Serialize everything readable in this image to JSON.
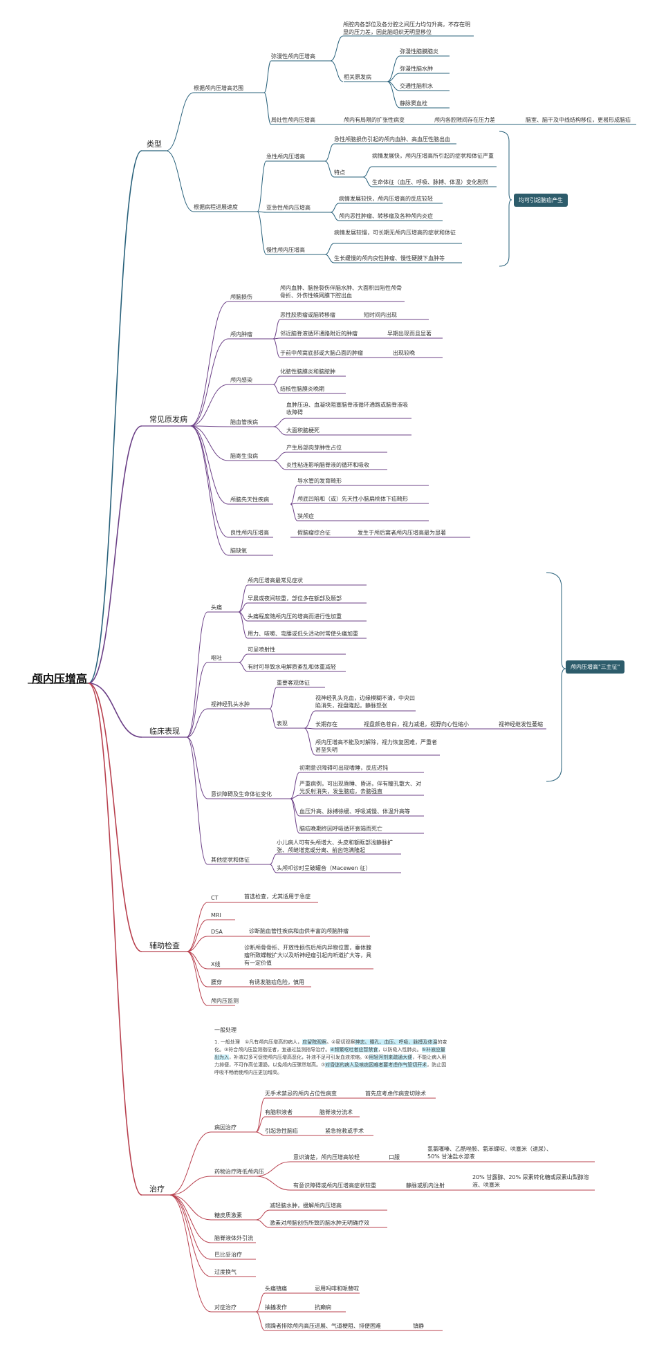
{
  "root": "颅内压增高",
  "summary_labels": {
    "a": "均可引起脑疝产生",
    "b": "颅内压增高\"三主征\""
  },
  "type": {
    "label": "类型",
    "range": "根据颅内压增高范围",
    "diffuse": "弥漫性颅内压增高",
    "diffuse_desc": "颅腔内各部位及各分腔之间压力均匀升高，不存在明显的压力差，因此脑组织无明显移位",
    "related": "相关原发病",
    "related_items": [
      "弥漫性脑膜脑炎",
      "弥漫性脑水肿",
      "交通性脑积水",
      "静脉窦血栓"
    ],
    "local": "局灶性颅内压增高",
    "local_a": "颅内有局限的扩张性病变",
    "local_b": "颅内各腔隙间存在压力差",
    "local_c": "脑室、脑干及中线结构移位，更易形成脑疝",
    "speed": "根据病程进展速度",
    "acute": "急性颅内压增高",
    "acute_a": "急性颅脑损伤引起的颅内血肿、高血压性脑出血",
    "acute_feature": "特点",
    "acute_f1": "病情发展快，颅内压增高所引起的症状和体征严重",
    "acute_f2": "生命体征（血压、呼吸、脉搏、体温）变化剧烈",
    "subacute": "亚急性颅内压增高",
    "sub_a": "病情发展较快，颅内压增高的反应较轻",
    "sub_b": "颅内恶性肿瘤、转移瘤及各种颅内炎症",
    "chronic": "慢性颅内压增高",
    "chr_a": "病情发展较慢，可长期无颅内压增高的症状和体征",
    "chr_b": "生长缓慢的颅内良性肿瘤、慢性硬膜下血肿等"
  },
  "causes": {
    "label": "常见原发病",
    "injury": "颅脑损伤",
    "injury_d": "颅内血肿、脑挫裂伤伴脑水肿、大面积凹陷性颅骨骨折、外伤性蛛网膜下腔出血",
    "tumor": "颅内肿瘤",
    "tumor_rows": [
      [
        "恶性胶质瘤或脑转移瘤",
        "短时间内出现"
      ],
      [
        "邻近脑脊液循环通路附近的肿瘤",
        "早期出现而且显著"
      ],
      [
        "于前中颅窝底部或大脑凸面的肿瘤",
        "出现较晚"
      ]
    ],
    "infection": "颅内感染",
    "infection_items": [
      "化脓性脑膜炎和脑脓肿",
      "结核性脑膜炎晚期"
    ],
    "vascular": "脑血管疾病",
    "vascular_items": [
      "血肿压迫、血凝块阻塞脑脊液循环通路或脑脊液吸收障碍",
      "大面积脑梗死"
    ],
    "parasite": "脑寄生虫病",
    "parasite_items": [
      "产生局部肉芽肿性占位",
      "炎性粘连影响脑脊液的循环和吸收"
    ],
    "congenital": "颅脑先天性疾病",
    "congenital_items": [
      "导水管的发育畸形",
      "颅底凹陷和（或）先天性小脑扁桃体下疝畸形",
      "狭颅症"
    ],
    "benign": "良性颅内压增高",
    "benign_a": "假脑瘤综合征",
    "benign_b": "发生于颅后窝者颅内压增高最为显著",
    "hypoxia": "脑缺氧"
  },
  "clinical": {
    "label": "临床表现",
    "headache": "头痛",
    "headache_items": [
      "颅内压增高最常见症状",
      "早晨或夜间较重，部位多在额部及颞部",
      "头痛程度随颅内压的增高而进行性加重",
      "用力、咳嗽、弯腰或低头活动时常使头痛加重"
    ],
    "vomit": "呕吐",
    "vomit_items": [
      "可呈喷射性",
      "有时可导致水电解质紊乱和体重减轻"
    ],
    "papill": "视神经乳头水肿",
    "pap_a": "重要客观体征",
    "pap_show": "表现",
    "pap_1": "视神经乳头充血，边缘模糊不清，中央凹陷消失，视盘隆起，静脉怒张",
    "pap_2a": "长期存在",
    "pap_2b": "视盘颜色苍白，视力减退，视野向心性缩小",
    "pap_2c": "视神经继发性萎缩",
    "pap_3": "颅内压增高不能及时解除，视力恢复困难，严重者甚至失明",
    "conscious": "意识障碍及生命体征变化",
    "con_items": [
      "初期意识障碍可出现嗜睡，反应迟钝",
      "严重病例，可出现昏睡、昏迷，伴有瞳孔散大、对光反射消失，发生脑疝，去脑强直",
      "血压升高、脉搏徐缓、呼吸减慢、体温升高等",
      "脑疝晚期终因呼吸循环衰竭而死亡"
    ],
    "other": "其他症状和体征",
    "other_items": [
      "小儿病人可有头颅增大、头皮和额眶部浅静脉扩张、颅缝增宽或分离、前囟饱满隆起",
      "头颅叩诊时呈破罐音（Macewen 征）"
    ]
  },
  "exam": {
    "label": "辅助检查",
    "rows": [
      [
        "CT",
        "首选检查，尤其适用于急症"
      ],
      [
        "MRI",
        ""
      ],
      [
        "DSA",
        "诊断脑血管性疾病和血供丰富的颅脑肿瘤"
      ],
      [
        "X线",
        "诊断颅骨骨折、开放性损伤后颅内异物位置，垂体腺瘤所致蝶鞍扩大以及听神经瘤引起内听道扩大等，具有一定价值"
      ],
      [
        "腰穿",
        "有诱发脑疝危险，慎用"
      ],
      [
        "颅内压监测",
        ""
      ]
    ]
  },
  "treat": {
    "label": "治疗",
    "general": "一般处理",
    "general_p1": "1. 一般处理　①凡有颅内压增高的病人，",
    "general_h1": "应留院观察",
    "general_p2": "。②密切观察",
    "general_h2": "神志、瞳孔、血压、呼吸、脉搏及体温",
    "general_p3": "的变化。③符合颅内压监测指征者，宜通过监测指导治疗。",
    "general_h3": "④频繁呕吐者应暂禁食",
    "general_p4": "，以防吸入性肺炎。",
    "general_h4": "⑤补液应量出为入",
    "general_p5": "，补液过多可促使颅内压增高恶化，补液不足可引发血液浓缩。⑥",
    "general_h5": "用轻泻剂来疏通大便",
    "general_p6": "，不能让病人用力排便，不可作高位灌肠，以免颅内压骤然增高。⑦",
    "general_h6": "对昏迷的病人及咳痰困难者要考虑作气管切开术",
    "general_p7": "，防止因呼吸不畅而使颅内压更加增高。",
    "cause_tx": "病因治疗",
    "cause_rows": [
      [
        "无手术禁忌的颅内占位性病变",
        "首先应考虑作病变切除术"
      ],
      [
        "有脑积液者",
        "脑脊液分流术"
      ],
      [
        "引起急性脑疝",
        "紧急抢救或手术"
      ]
    ],
    "drug": "药物治疗降低颅内压",
    "drug_1a": "意识清楚，颅内压增高较轻",
    "drug_1b": "口服",
    "drug_1c": "氢氯噻嗪、乙酰唑胺、氨苯蝶啶、呋塞米（速尿）、50% 甘油盐水溶液",
    "drug_2a": "有意识障碍或颅内压增高症状较重",
    "drug_2b": "静脉或肌内注射",
    "drug_2c": "20% 甘露醇、20% 尿素转化糖或尿素山梨醇溶液、呋塞米",
    "steroid": "糖皮质激素",
    "steroid_items": [
      "减轻脑水肿，缓解颅内压增高",
      "激素对颅脑创伤所致的脑水肿无明确疗效"
    ],
    "csf": "脑脊液体外引流",
    "barb": "巴比妥治疗",
    "hyper": "过度换气",
    "symp": "对症治疗",
    "symp_rows": [
      [
        "头痛镇痛",
        "忌用吗啡和哌替啶"
      ],
      [
        "抽搐发作",
        "抗癫痫"
      ],
      [
        "烦躁者排除颅内高压进展、气道梗阻、排便困难",
        "镇静"
      ]
    ]
  },
  "colors": {
    "blue": "#27607a",
    "purple": "#6b3f86",
    "red": "#b8404e",
    "pill": "#2d5c6b"
  }
}
